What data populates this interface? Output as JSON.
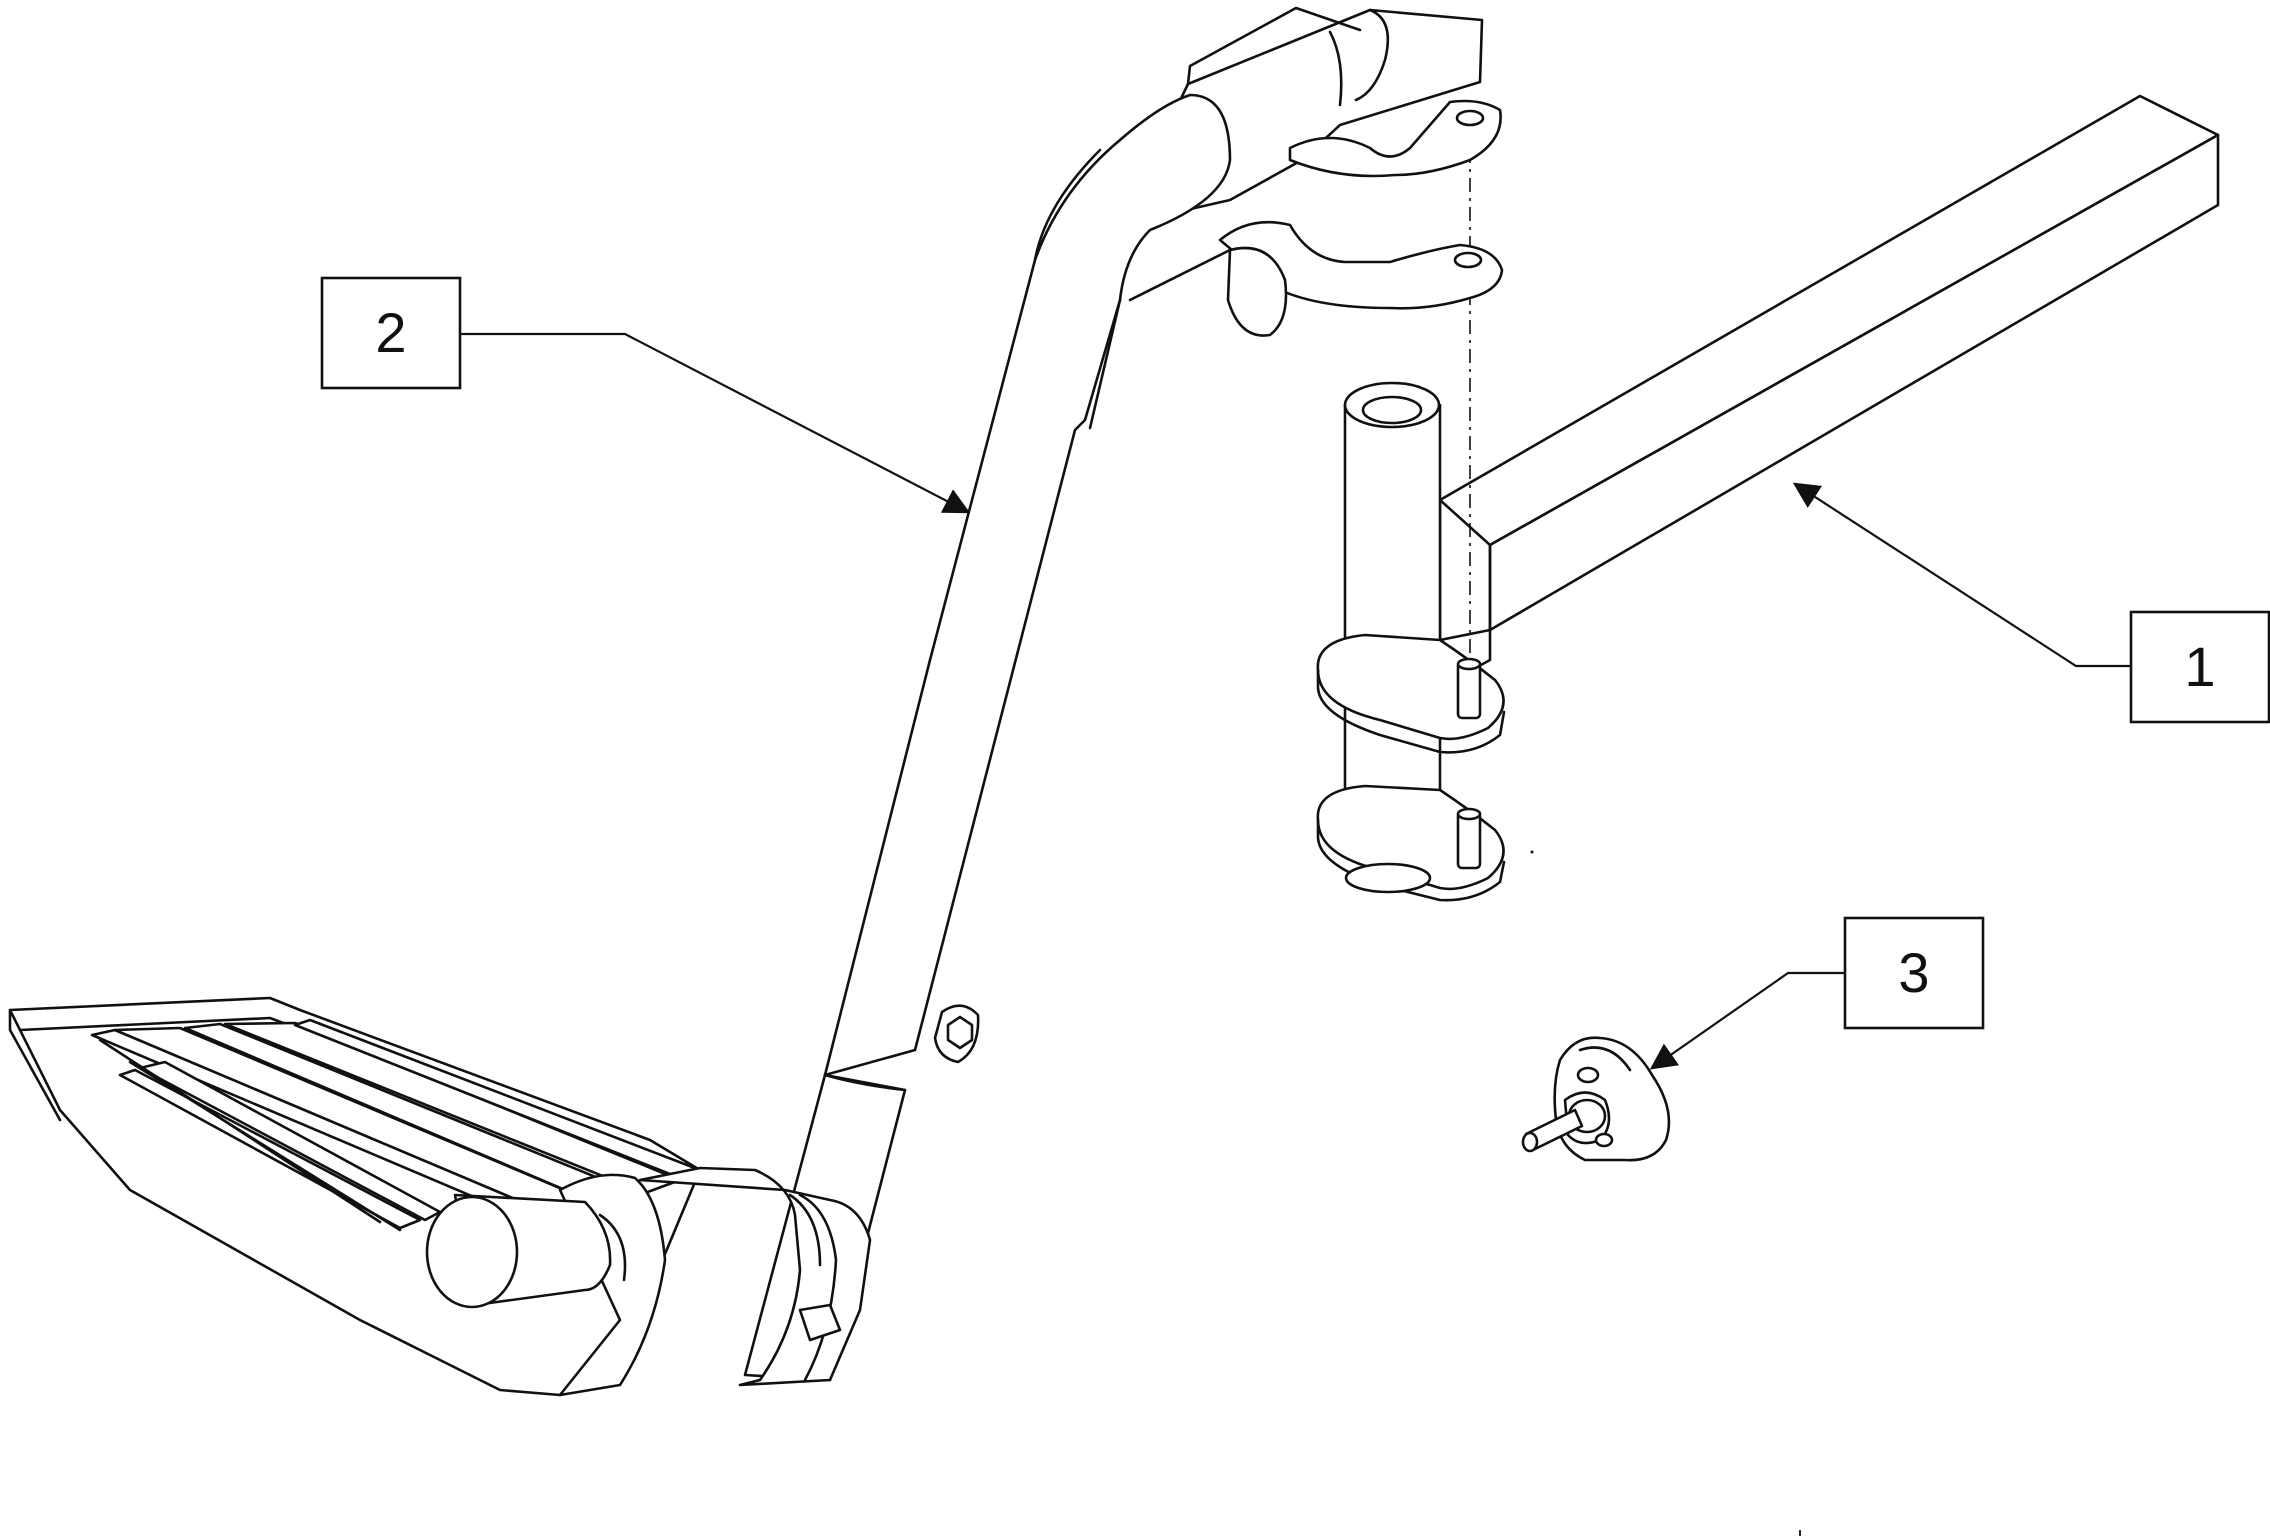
{
  "diagram": {
    "callouts": [
      {
        "id": "callout-1",
        "label": "1"
      },
      {
        "id": "callout-2",
        "label": "2"
      },
      {
        "id": "callout-3",
        "label": "3"
      }
    ],
    "parts": [
      {
        "id": "part-1",
        "name": "frame-receiver-tube"
      },
      {
        "id": "part-2",
        "name": "swing-away-footrest-hanger"
      },
      {
        "id": "part-3",
        "name": "thumb-screw-knob"
      }
    ],
    "colors": {
      "line": "#111111",
      "background": "#ffffff"
    }
  }
}
